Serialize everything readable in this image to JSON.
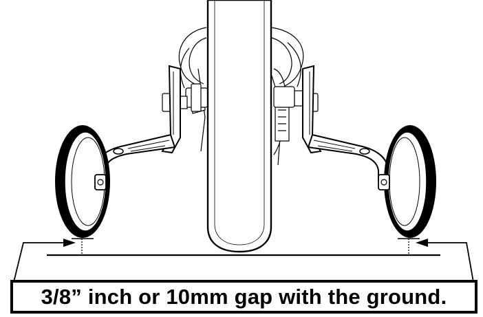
{
  "caption": "3/8” inch or 10mm gap with the ground.",
  "colors": {
    "line": "#000000",
    "background": "#ffffff"
  },
  "icons": [
    "training-wheel-left",
    "training-wheel-right",
    "rear-tire",
    "gap-arrow-left",
    "gap-arrow-right"
  ]
}
